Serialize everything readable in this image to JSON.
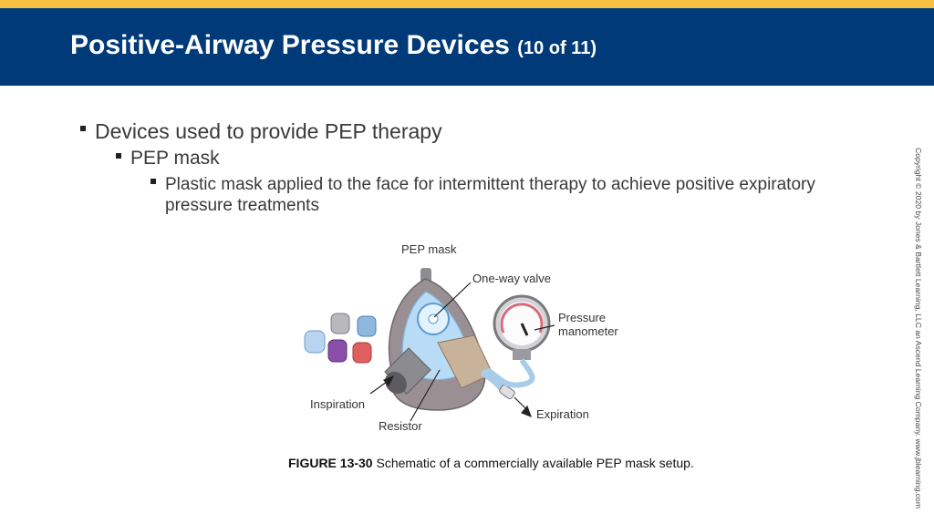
{
  "slide": {
    "title": "Positive-Airway Pressure Devices",
    "title_suffix": "(10 of 11)",
    "bullets": {
      "level1": "Devices used to provide PEP therapy",
      "level2": "PEP mask",
      "level3_line1": "Plastic mask applied to the face for intermittent therapy to achieve positive expiratory",
      "level3_line2": "pressure treatments"
    },
    "figure": {
      "labels": {
        "pep_mask": "PEP mask",
        "one_way_valve": "One-way valve",
        "pressure_line1": "Pressure",
        "pressure_line2": "manometer",
        "inspiration": "Inspiration",
        "resistor": "Resistor",
        "expiration": "Expiration"
      }
    },
    "caption": {
      "figure_number": "FIGURE 13-30",
      "text": "Schematic of a commercially available PEP mask setup."
    },
    "copyright": "Copyright © 2020 by Jones & Bartlett Learning, LLC an Ascend Learning Company. www.jblearning.com",
    "colors": {
      "header_blue": "#003a78",
      "accent_yellow": "#f6c142"
    }
  }
}
